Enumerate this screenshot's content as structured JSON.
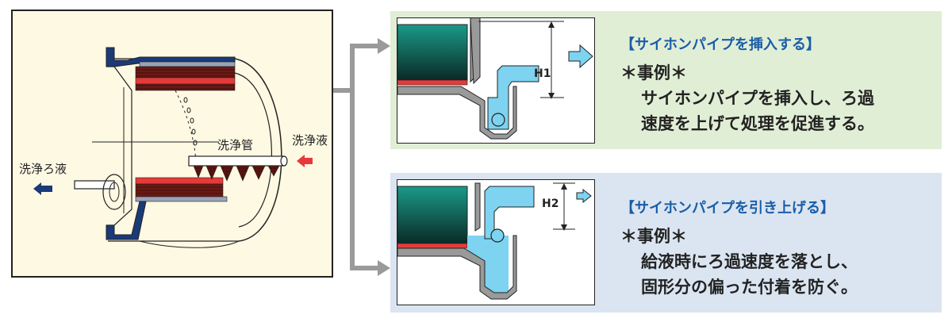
{
  "main": {
    "labels": {
      "filtrate": "洗浄ろ液",
      "wash_pipe": "洗浄管",
      "wash_liquid": "洗浄液"
    }
  },
  "panels": [
    {
      "title": "【サイホンパイプを挿入する】",
      "case_label": "＊事例＊",
      "lines": [
        "サイホンパイプを挿入し、ろ過",
        "速度を上げて処理を促進する。"
      ],
      "height_label": "H1"
    },
    {
      "title": "【サイホンパイプを引き上げる】",
      "case_label": "＊事例＊",
      "lines": [
        "給液時にろ過速度を落とし、",
        "固形分の偏った付着を防ぐ。"
      ],
      "height_label": "H2"
    }
  ],
  "colors": {
    "navy": "#1a3a78",
    "red": "#e63a3a",
    "dark_red": "#6b1a14",
    "teal": "#1a7a6e",
    "light_blue": "#7dd3f0",
    "gray": "#9a9a9a",
    "panel_green": "#e1eed6",
    "panel_blue": "#dbe5f1",
    "title_blue": "#1b5ea8"
  }
}
